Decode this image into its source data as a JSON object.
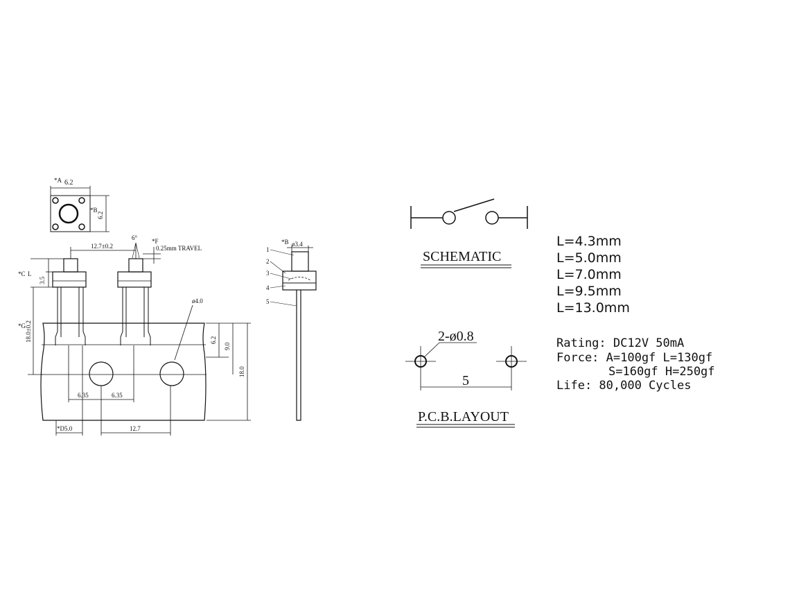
{
  "drawing": {
    "top_view": {
      "dim_a_tag": "*A",
      "dim_a_value": "6.2",
      "dim_b_tag": "*B",
      "dim_b_value": "6.2"
    },
    "tape_view": {
      "pitch_label": "12.7±0.2",
      "angle_label": "6°",
      "dim_f_tag": "*F",
      "travel_label": "0.25mm TRAVEL",
      "dim_c_tag": "*C",
      "dim_l_tag": "L",
      "dim_3_5": "3.5",
      "dim_g_tag": "*G",
      "dim_g_value": "18.0±0.2",
      "hole_dia": "ø4.0",
      "dim_6_2": "6.2",
      "dim_9_0": "9.0",
      "dim_18_0": "18.0",
      "dim_6_35_a": "6.35",
      "dim_6_35_b": "6.35",
      "dim_d_label": "*D5.0",
      "dim_12_7": "12.7"
    },
    "side_view": {
      "dim_b_tag": "*B",
      "dim_b_value": "ø3.4",
      "callouts": [
        "1",
        "2",
        "3",
        "4",
        "5"
      ]
    },
    "schematic": {
      "title": "SCHEMATIC"
    },
    "pcb": {
      "hole_label": "2-ø0.8",
      "spacing_label": "5",
      "title": "P.C.B.LAYOUT"
    },
    "lengths": [
      "L=4.3mm",
      "L=5.0mm",
      "L=7.0mm",
      "L=9.5mm",
      "L=13.0mm"
    ],
    "specs": {
      "rating": "Rating: DC12V 50mA",
      "force_1": "Force: A=100gf L=130gf",
      "force_2": "S=160gf H=250gf",
      "life": "Life: 80,000 Cycles"
    }
  }
}
